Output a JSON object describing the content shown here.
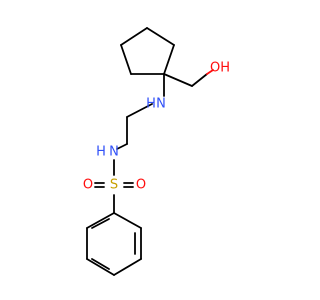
{
  "molecule": {
    "atoms": {
      "hydroxyl_oxygen": "OH",
      "amine_nitrogen": "N",
      "amine_hydrogen": "H",
      "sulfonamide_nitrogen": "N",
      "sulfonamide_hydrogen": "H",
      "sulfur": "S",
      "sulfonyl_oxygen_left": "O",
      "sulfonyl_oxygen_right": "O"
    },
    "colors": {
      "carbon_bond": "#000000",
      "oxygen": "#ff0d0d",
      "nitrogen": "#3050f8",
      "sulfur": "#c8a000"
    }
  }
}
